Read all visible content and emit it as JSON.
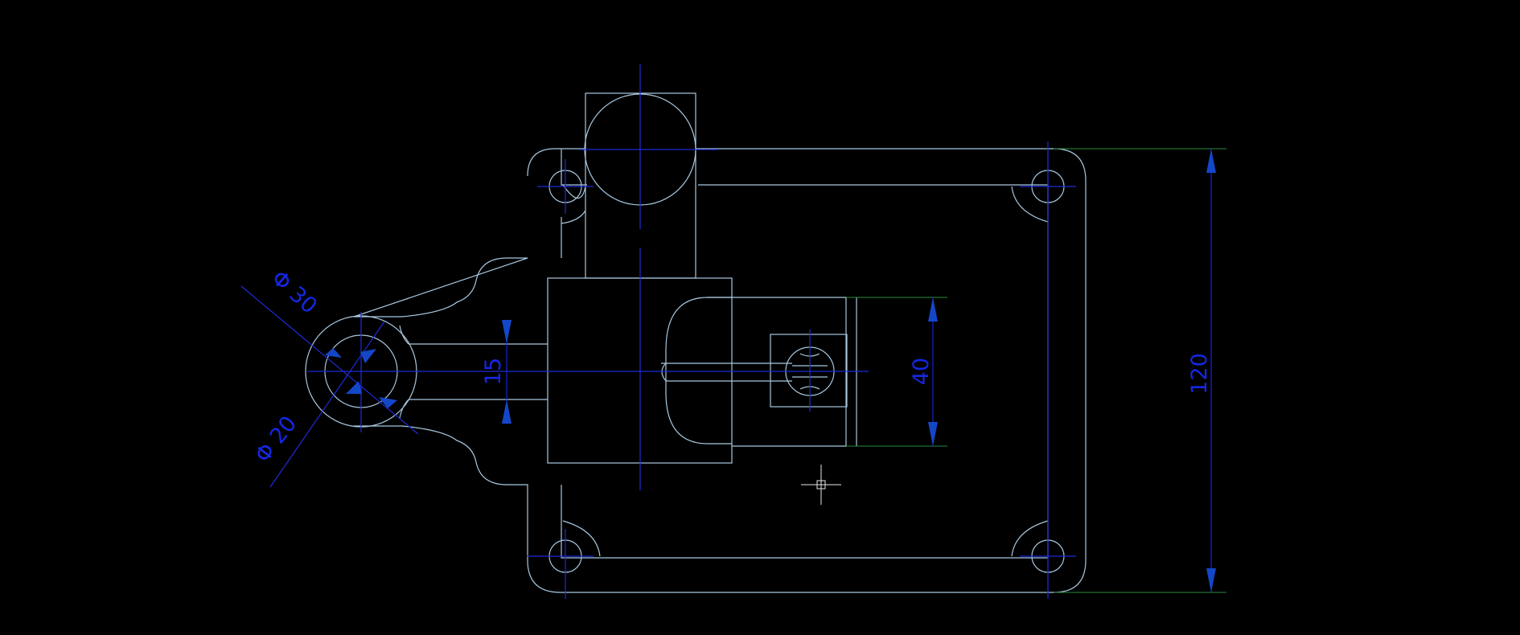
{
  "drawing": {
    "dimensions": {
      "overall_height": "120",
      "slot_opening": "40",
      "arm_width": "15",
      "outer_diameter": "Φ 30",
      "inner_diameter": "Φ 20"
    }
  },
  "colors": {
    "background": "#000000",
    "outline": "#a8c8e0",
    "centerline": "#1e2bd6",
    "dimension": "#1428e6",
    "extension": "#2a8a3c",
    "cursor": "#e6e6e6"
  },
  "icons": {
    "cursor": "crosshair-cursor-icon"
  }
}
